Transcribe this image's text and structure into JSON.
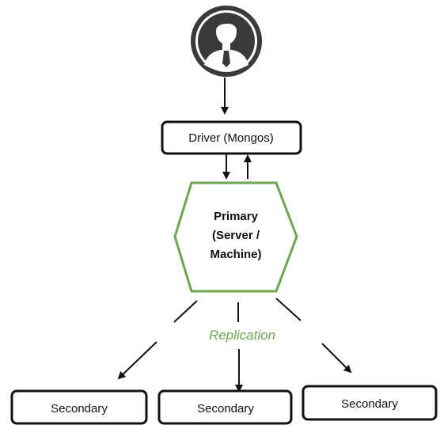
{
  "diagram": {
    "user_icon": "user-avatar-icon",
    "driver_label": "Driver (Mongos)",
    "primary": {
      "line1": "Primary",
      "line2": "(Server /",
      "line3": "Machine)"
    },
    "replication_label": "Replication",
    "secondaries": [
      {
        "label": "Secondary"
      },
      {
        "label": "Secondary"
      },
      {
        "label": "Secondary"
      }
    ],
    "colors": {
      "primary_border": "#6aa84f",
      "replication_text": "#6aa84f",
      "box_border": "#111111",
      "icon_dark": "#3a3a3a"
    }
  }
}
